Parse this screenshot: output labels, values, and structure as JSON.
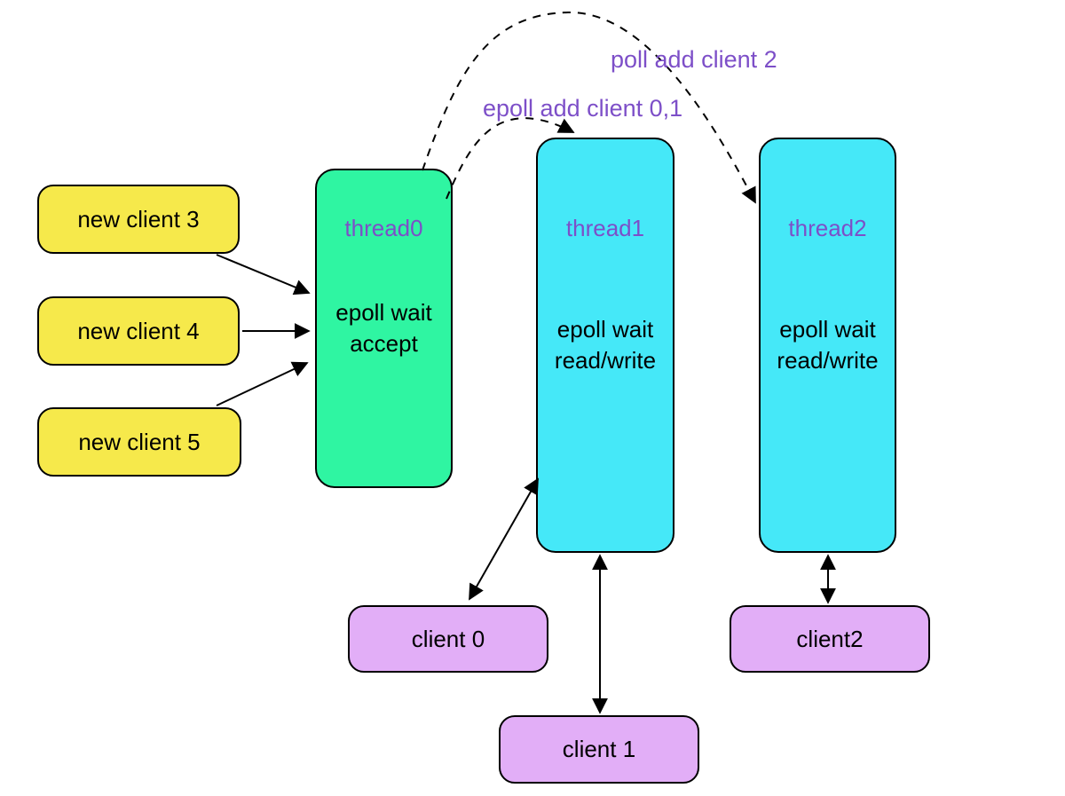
{
  "diagram": {
    "new_clients": [
      "new client 3",
      "new client 4",
      "new client 5"
    ],
    "threads": [
      {
        "title": "thread0",
        "body_line1": "epoll wait",
        "body_line2": "accept"
      },
      {
        "title": "thread1",
        "body_line1": "epoll wait",
        "body_line2": "read/write"
      },
      {
        "title": "thread2",
        "body_line1": "epoll wait",
        "body_line2": "read/write"
      }
    ],
    "clients": [
      "client 0",
      "client 1",
      "client2"
    ],
    "edges": [
      {
        "from": "new client 3",
        "to": "thread0",
        "style": "solid",
        "heads": "end"
      },
      {
        "from": "new client 4",
        "to": "thread0",
        "style": "solid",
        "heads": "end"
      },
      {
        "from": "new client 5",
        "to": "thread0",
        "style": "solid",
        "heads": "end"
      },
      {
        "from": "thread0",
        "to": "thread1",
        "style": "dashed",
        "heads": "end",
        "label": "epoll add client 0,1"
      },
      {
        "from": "thread0",
        "to": "thread2",
        "style": "dashed",
        "heads": "end",
        "label": "poll add client 2"
      },
      {
        "from": "thread1",
        "to": "client 0",
        "style": "solid",
        "heads": "both"
      },
      {
        "from": "thread1",
        "to": "client 1",
        "style": "solid",
        "heads": "both"
      },
      {
        "from": "thread2",
        "to": "client2",
        "style": "solid",
        "heads": "both"
      }
    ],
    "colors": {
      "background": "#ffffff",
      "new_client_fill": "#f6e94b",
      "thread_accept_fill": "#2ff5a2",
      "thread_rw_fill": "#45e8f8",
      "client_fill": "#e2aef7",
      "thread_title_text": "#7d4fc8",
      "annotation_text": "#7d4fc8",
      "node_text": "#000000",
      "border": "#000000",
      "arrow": "#000000"
    }
  }
}
